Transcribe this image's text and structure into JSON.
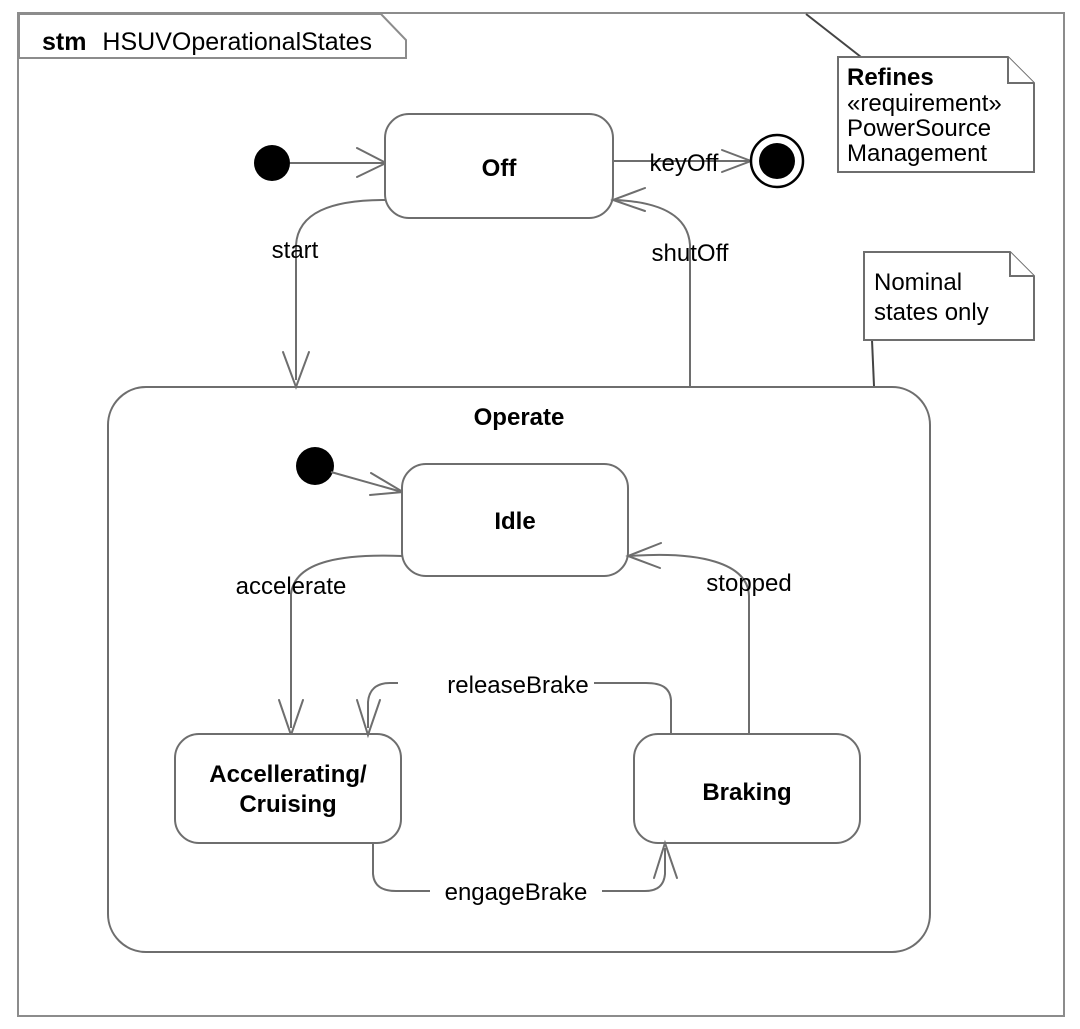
{
  "diagram": {
    "kind": "stm",
    "name": "HSUVOperationalStates",
    "frame_label_kind": "stm",
    "frame_label_name": "HSUVOperationalStates"
  },
  "states": {
    "off": "Off",
    "operate": "Operate",
    "idle": "Idle",
    "accelerating": "Accellerating/",
    "accelerating_line2": "Cruising",
    "braking": "Braking"
  },
  "transitions": {
    "key_off": "keyOff",
    "start": "start",
    "shut_off": "shutOff",
    "accelerate": "accelerate",
    "stopped": "stopped",
    "release_brake": "releaseBrake",
    "engage_brake": "engageBrake"
  },
  "notes": {
    "refines": {
      "line1": "Refines",
      "line2": "«requirement»",
      "line3": "PowerSource",
      "line4": "Management"
    },
    "nominal": {
      "line1": "Nominal",
      "line2": "states only"
    }
  },
  "colors": {
    "background": "#ffffff",
    "frame_stroke": "#8c8c8c",
    "shape_stroke": "#6e6e6e",
    "text": "#000000",
    "node_fill": "#000000"
  },
  "icons": {
    "initial_pseudostate": "filled-circle",
    "final_state": "circle-in-ring",
    "note_fold": "dog-ear"
  }
}
